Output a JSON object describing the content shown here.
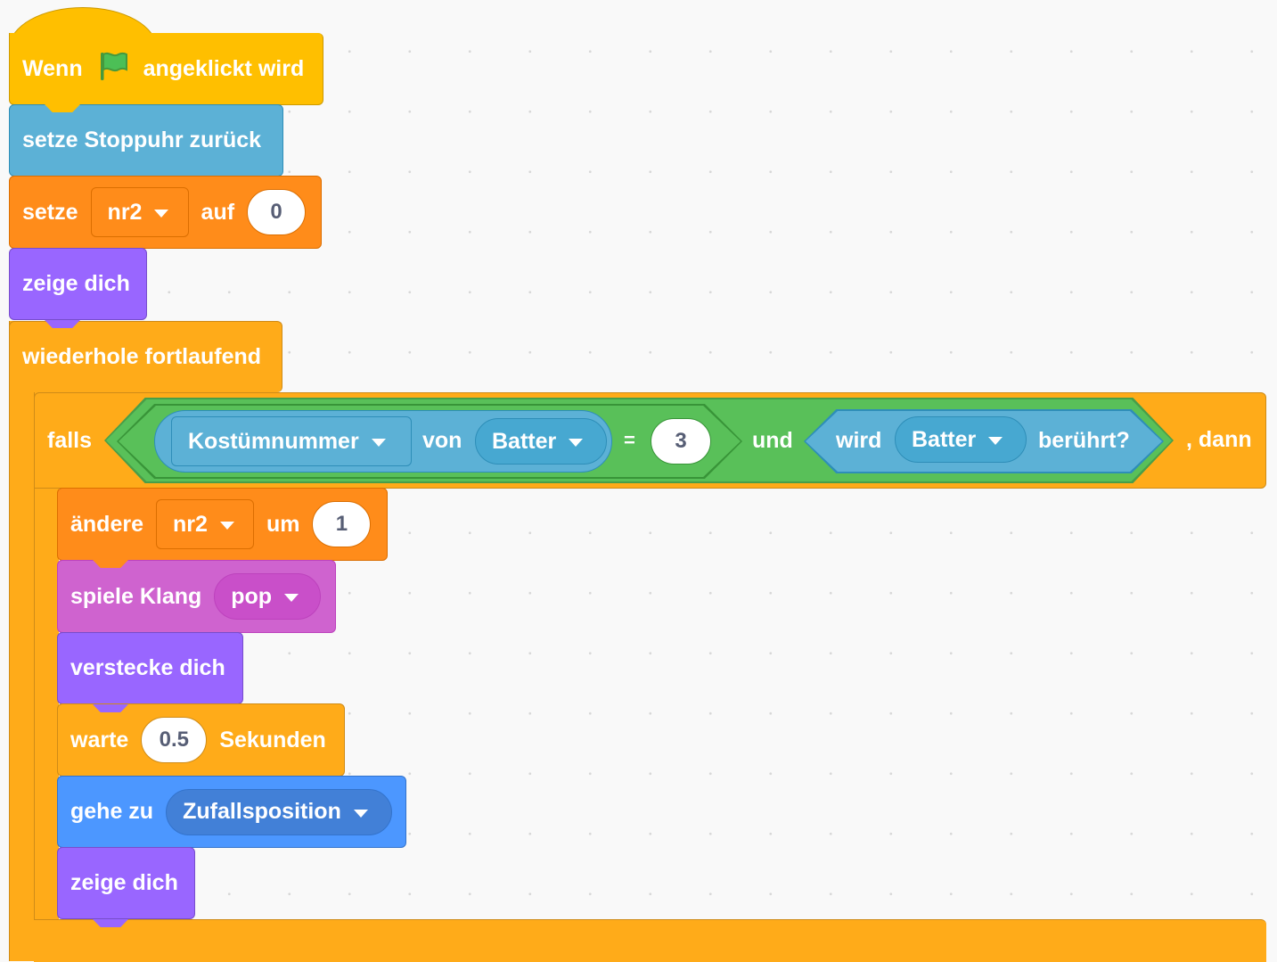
{
  "hat": {
    "pre": "Wenn",
    "post": "angeklickt wird",
    "icon": "green-flag-icon"
  },
  "reset_timer": {
    "label": "setze Stoppuhr zurück"
  },
  "set_var": {
    "label1": "setze",
    "var": "nr2",
    "label2": "auf",
    "value": "0"
  },
  "show1": {
    "label": "zeige dich"
  },
  "forever": {
    "label": "wiederhole fortlaufend"
  },
  "if_block": {
    "label1": "falls",
    "label2": ", dann",
    "cond": {
      "costume_prop": "Kostümnummer",
      "of_label": "von",
      "of_sprite": "Batter",
      "eq_sign": "=",
      "eq_value": "3",
      "and_label": "und",
      "touch_label1": "wird",
      "touch_sprite": "Batter",
      "touch_label2": "berührt?"
    }
  },
  "change_var": {
    "label1": "ändere",
    "var": "nr2",
    "label2": "um",
    "value": "1"
  },
  "play_sound": {
    "label": "spiele Klang",
    "sound": "pop"
  },
  "hide": {
    "label": "verstecke dich"
  },
  "wait": {
    "label1": "warte",
    "value": "0.5",
    "label2": "Sekunden"
  },
  "goto": {
    "label": "gehe zu",
    "target": "Zufallsposition"
  },
  "show2": {
    "label": "zeige dich"
  },
  "colors": {
    "events": "#ffbf00",
    "sensing": "#5cb1d6",
    "variables": "#ff8c1a",
    "looks": "#9966ff",
    "control": "#ffab19",
    "sound": "#cf63cf",
    "motion": "#4c97ff",
    "operators": "#59c059"
  }
}
